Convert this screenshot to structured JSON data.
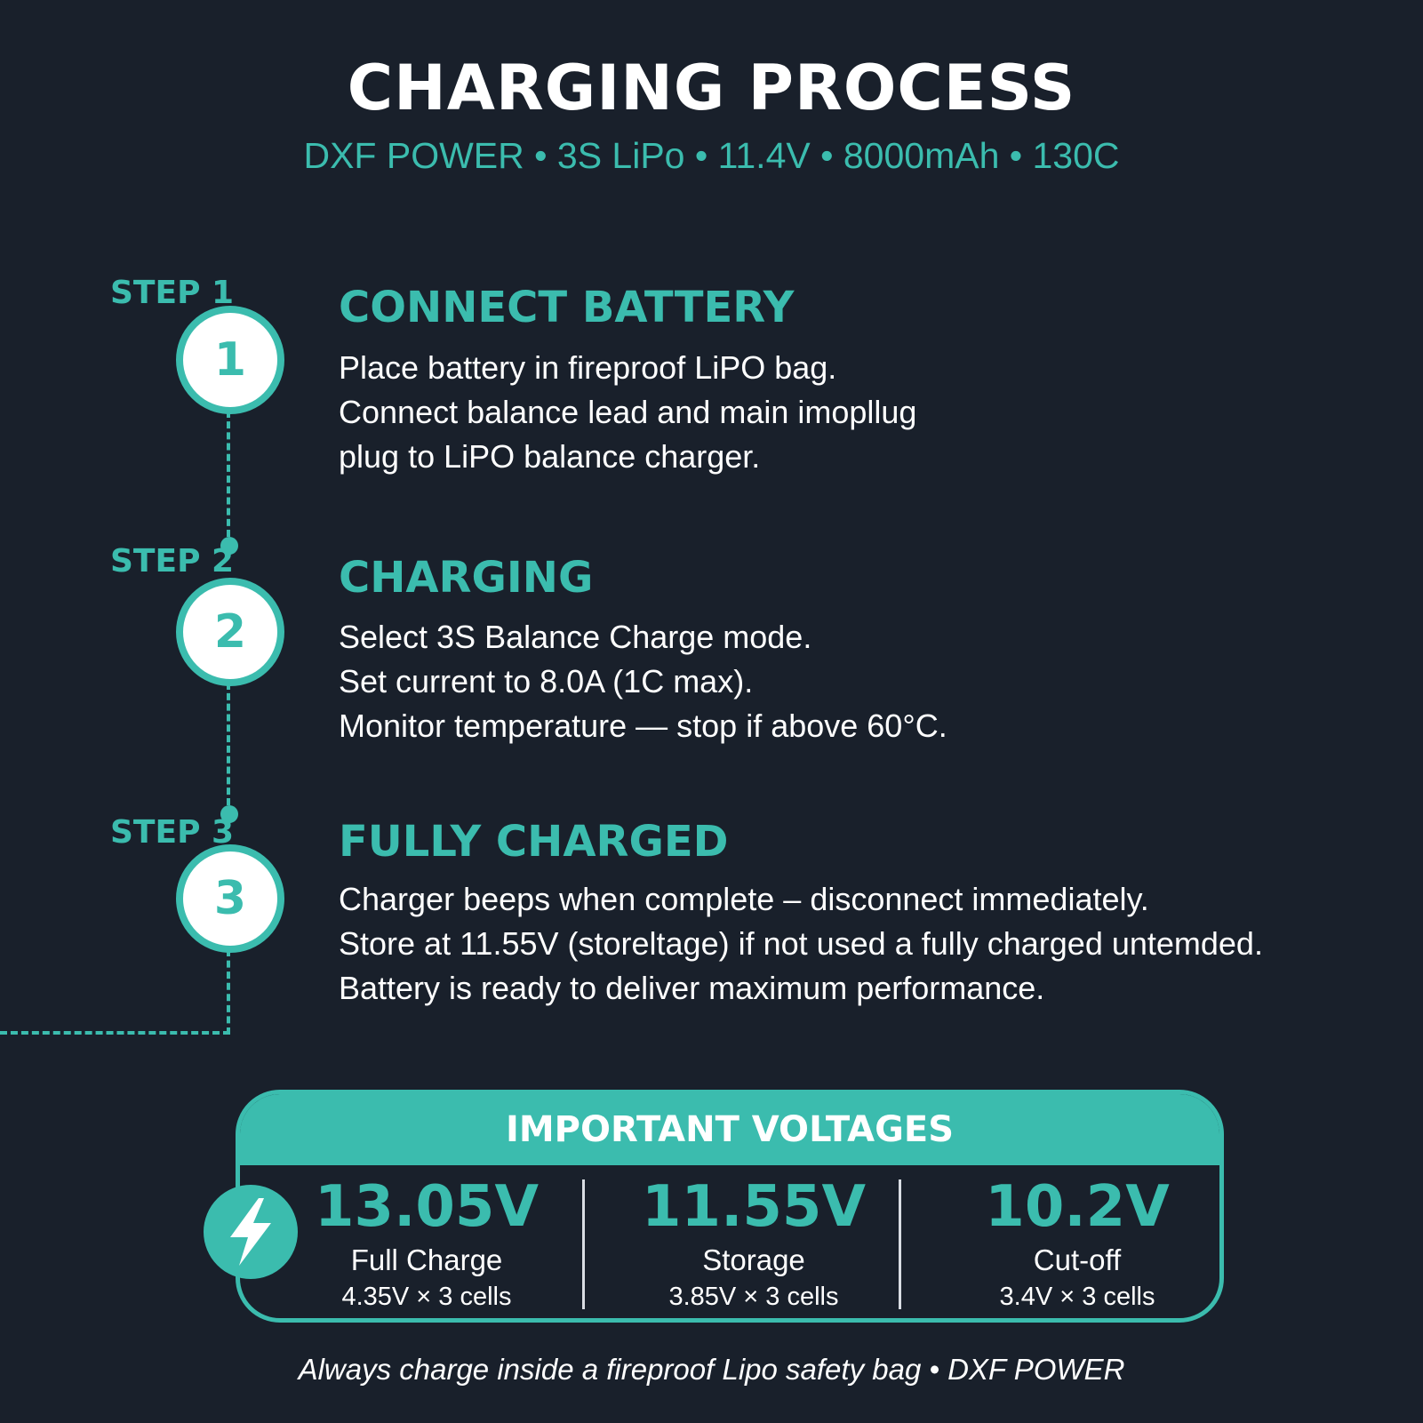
{
  "header": {
    "title": "CHARGING PROCESS",
    "subtitle": "DXF POWER • 3S LiPo • 11.4V • 8000mAh • 130C"
  },
  "steps": [
    {
      "label": "STEP 1",
      "number": "1",
      "title": "CONNECT BATTERY",
      "lines": [
        "Place battery in fireproof LiPO bag.",
        "Connect balance lead and main imopllug",
        "plug to LiPO balance charger."
      ]
    },
    {
      "label": "STEP 2",
      "number": "2",
      "title": "CHARGING",
      "lines": [
        "Select 3S Balance Charge mode.",
        "Set current to 8.0A (1C max).",
        "Monitor temperature — stop if above 60°C."
      ]
    },
    {
      "label": "STEP 3",
      "number": "3",
      "title": "FULLY CHARGED",
      "lines": [
        "Charger beeps when complete – disconnect immediately.",
        "Store at 11.55V (storeltage) if not used a fully charged untemded.",
        "Battery is ready to deliver maximum performance."
      ]
    }
  ],
  "voltages": {
    "heading": "IMPORTANT VOLTAGES",
    "icon": "lightning-bolt-icon",
    "items": [
      {
        "value": "13.05V",
        "name": "Full Charge",
        "cells": "4.35V × 3 cells"
      },
      {
        "value": "11.55V",
        "name": "Storage",
        "cells": "3.85V × 3 cells"
      },
      {
        "value": "10.2V",
        "name": "Cut-off",
        "cells": "3.4V × 3 cells"
      }
    ]
  },
  "footer": "Always charge inside a fireproof Lipo safety bag • DXF POWER",
  "colors": {
    "background": "#19202b",
    "accent": "#3bbcae",
    "text": "#ffffff"
  }
}
